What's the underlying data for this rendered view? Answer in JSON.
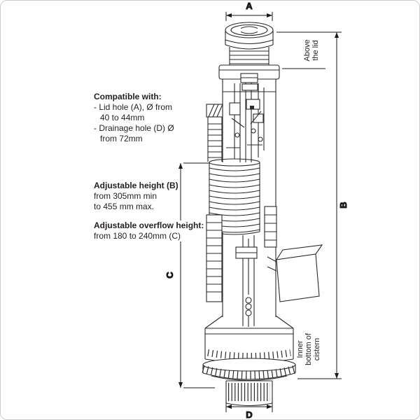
{
  "canvas": {
    "background": "#ffffff",
    "border_color": "#c9cdd1",
    "ink_color": "#231f20"
  },
  "dimension_labels": {
    "a": "A",
    "b": "B",
    "c": "C",
    "d": "D"
  },
  "side_labels": {
    "above_the_lid": [
      "Above",
      "the lid"
    ],
    "inner_bottom_of_cistern": [
      "Inner",
      "bottom of",
      "cistern"
    ]
  },
  "notes": {
    "compatibility": {
      "heading": "Compatible with:",
      "line1": "- Lid hole (A), Ø from",
      "line2": "40 to 44mm",
      "line3": "- Drainage hole (D) Ø",
      "line4": "from 72mm"
    },
    "adjustable_height": {
      "heading": "Adjustable height (B)",
      "line1": "from 305mm min",
      "line2": "to 455 mm max."
    },
    "overflow_height": {
      "heading": "Adjustable overflow height:",
      "line1": "from 180 to 240mm (C)"
    }
  }
}
